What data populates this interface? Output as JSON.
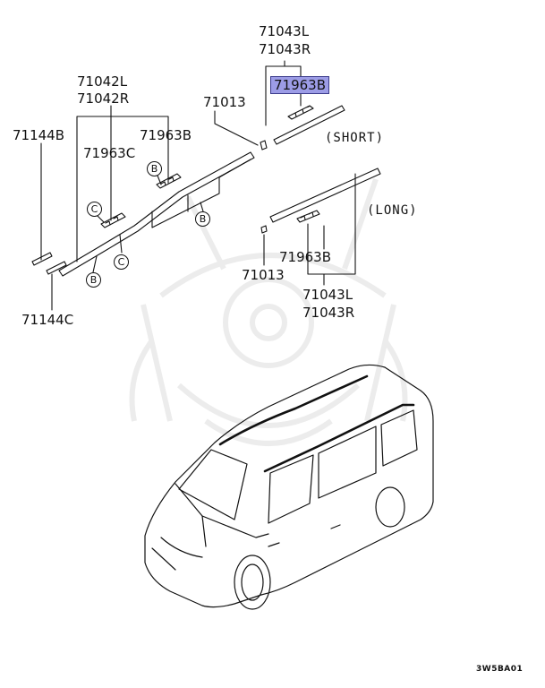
{
  "parts": {
    "p71043_short_l": "71043L",
    "p71043_short_r": "71043R",
    "p71963b_highlight": "71963B",
    "short_note": "(SHORT)",
    "p71013_top": "71013",
    "p71042l": "71042L",
    "p71042r": "71042R",
    "p71144b": "71144B",
    "p71963c": "71963C",
    "p71963b_upper": "71963B",
    "long_note": "(LONG)",
    "p71013_bottom": "71013",
    "p71963b_lower": "71963B",
    "p71043_long_l": "71043L",
    "p71043_long_r": "71043R",
    "p71144c": "71144C"
  },
  "callouts": {
    "b": "B",
    "c": "C"
  },
  "reference_code": "3W5BA01",
  "colors": {
    "line": "#111111",
    "highlight": "#9c9ce6",
    "watermark": "#ececec"
  }
}
